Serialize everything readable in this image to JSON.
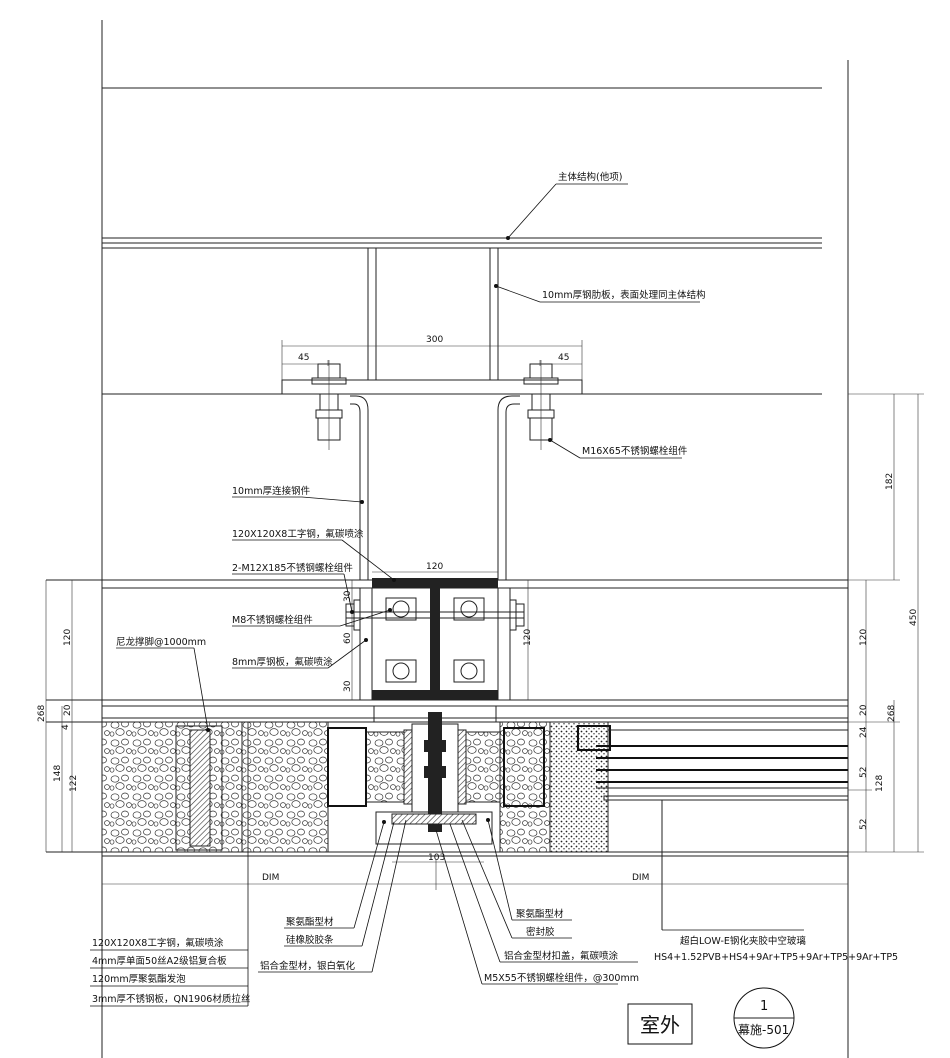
{
  "drawing_title": "",
  "labels": {
    "main_structure": "主体结构(他项)",
    "steel_rib_plate": "10mm厚钢肋板，表面处理同主体结构",
    "bolt_m16": "M16X65不锈钢螺栓组件",
    "connect_steel": "10mm厚连接钢件",
    "i_beam_top": "120X120X8工字钢，氟碳喷涂",
    "bolt_m12": "2-M12X185不锈钢螺栓组件",
    "bolt_m8": "M8不锈钢螺栓组件",
    "steel_plate_8": "8mm厚钢板，氟碳喷涂",
    "nylon_pad": "尼龙撑脚@1000mm",
    "pu_profile_left": "聚氨酯型材",
    "silicone_strip": "硅橡胶胶条",
    "al_profile": "铝合金型材，银白氧化",
    "pu_profile_right": "聚氨酯型材",
    "sealant": "密封胶",
    "al_cap": "铝合金型材扣盖，氟碳喷涂",
    "bolt_m5": "M5X55不锈钢螺栓组件，@300mm",
    "glass_line1": "超白LOW-E钢化夹胶中空玻璃",
    "glass_line2": "HS4+1.52PVB+HS4+9Ar+TP5+9Ar+TP5+9Ar+TP5",
    "legend_1": "120X120X8工字钢，氟碳喷涂",
    "legend_2": "4mm厚单面50丝A2级铝复合板",
    "legend_3": "120mm厚聚氨酯发泡",
    "legend_4": "3mm厚不锈钢板，QN1906材质拉丝",
    "outside": "室外",
    "detail_no": "1",
    "sheet_no": "幕施-501"
  },
  "dims": {
    "d300": "300",
    "d45l": "45",
    "d45r": "45",
    "d120top": "120",
    "d30a": "30",
    "d60": "60",
    "d30b": "30",
    "d120l": "120",
    "d120r": "120",
    "d268l": "268",
    "d20l": "20",
    "d4l": "4",
    "d148": "148",
    "d122": "122",
    "d182": "182",
    "d450": "450",
    "d120rr": "120",
    "d20r": "20",
    "d268r": "268",
    "d24": "24",
    "d52a": "52",
    "d128": "128",
    "d52b": "52",
    "d103": "103",
    "dimL": "DIM",
    "dimR": "DIM"
  }
}
